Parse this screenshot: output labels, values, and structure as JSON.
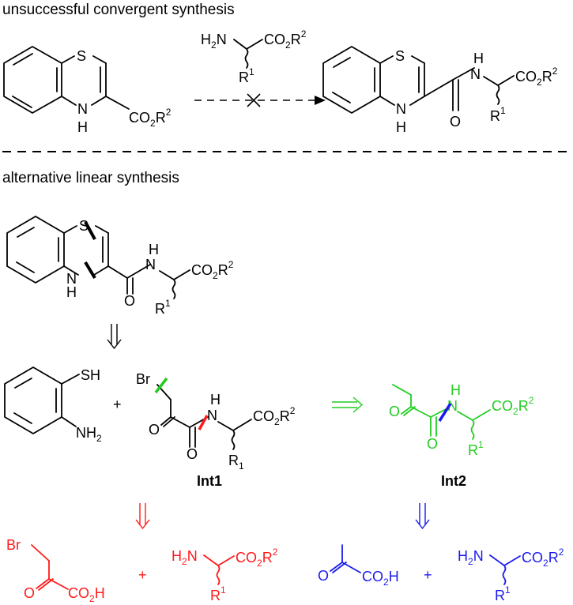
{
  "sections": {
    "top": "unsuccessful convergent synthesis",
    "bottom": "alternative linear synthesis"
  },
  "labels": {
    "int1": "Int1",
    "int2": "Int2"
  },
  "glyphs": {
    "plus": "+"
  },
  "colors": {
    "black": "#000000",
    "red": "#ff1a1a",
    "green": "#22cc22",
    "blue": "#1a1aee"
  }
}
